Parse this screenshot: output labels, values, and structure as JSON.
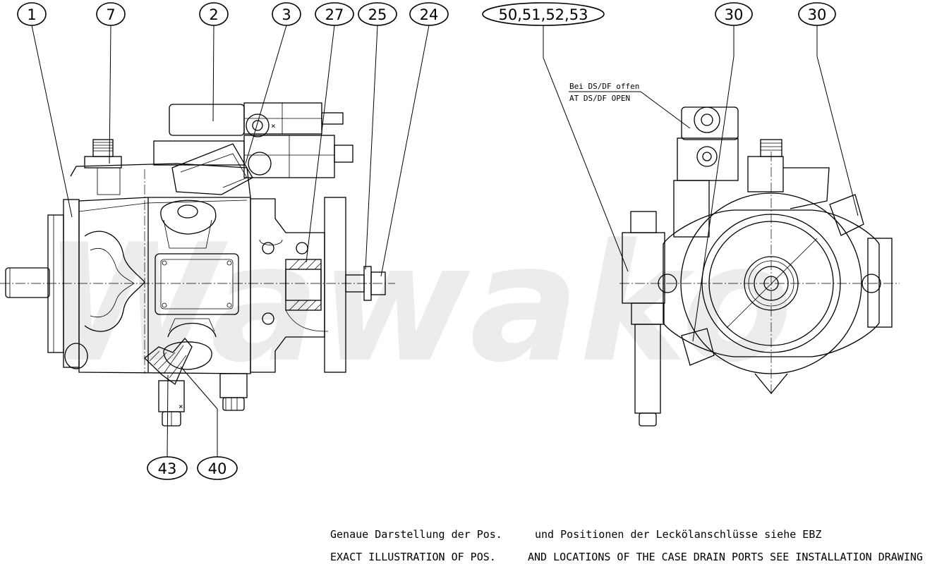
{
  "watermark": "Wawako",
  "callouts_top": [
    {
      "id": "c1",
      "label": "1"
    },
    {
      "id": "c7",
      "label": "7"
    },
    {
      "id": "c2",
      "label": "2"
    },
    {
      "id": "c3",
      "label": "3"
    },
    {
      "id": "c27",
      "label": "27"
    },
    {
      "id": "c25",
      "label": "25"
    },
    {
      "id": "c24",
      "label": "24"
    },
    {
      "id": "c50",
      "label": "50,51,52,53"
    },
    {
      "id": "c30a",
      "label": "30"
    },
    {
      "id": "c30b",
      "label": "30"
    }
  ],
  "callouts_bottom": [
    {
      "id": "c43",
      "label": "43"
    },
    {
      "id": "c40",
      "label": "40"
    }
  ],
  "side_note": {
    "line1": "Bei DS/DF offen",
    "line2": "AT DS/DF OPEN"
  },
  "footer": {
    "de_part1": "Genaue Darstellung der Pos.",
    "de_part2": "und Positionen der Leckölanschlüsse siehe EBZ",
    "en_part1": "EXACT ILLUSTRATION OF POS.",
    "en_part2": "AND LOCATIONS OF THE CASE DRAIN PORTS SEE INSTALLATION DRAWING"
  }
}
